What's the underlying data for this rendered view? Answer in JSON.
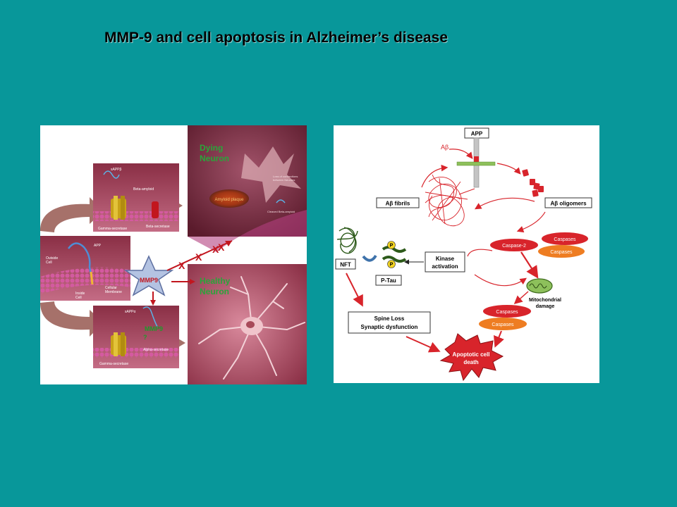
{
  "slide": {
    "title": "MMP-9 and cell apoptosis in Alzheimer’s disease"
  },
  "left_figure": {
    "dying_neuron": "Dying\nNeuron",
    "healthy_neuron": "Healthy\nNeuron",
    "amyloid_plaque": "Amyloid plaque",
    "loss_of_connections": "Loss of connections\nbetween Neurons",
    "cleaved_beta_amyloid": "Cleaved Beta-amyloid",
    "top_inset": {
      "sappb": "sAPPβ",
      "beta_amyloid": "Beta-amyloid",
      "gamma_secretase": "Gamma-secretase",
      "beta_secretase": "Beta-secretase"
    },
    "membrane_inset": {
      "app": "APP",
      "outside_cell": "Outside\nCell",
      "inside_cell": "Inside\nCell",
      "cellular_membrane": "Cellular\nMembrane"
    },
    "bottom_inset": {
      "sappa": "sAPPα",
      "gamma_secretase": "Gamma-secretase",
      "alpha_secretase": "Alpha-secretase",
      "mmp9_label": "MMP9",
      "mmp9_short": "?"
    },
    "star_label": "MMP9",
    "block_marks": [
      "X",
      "X",
      "X",
      "X"
    ]
  },
  "right_figure": {
    "app": "APP",
    "abeta": "Aβ",
    "abeta_fibrils": "Aβ fibrils",
    "abeta_oligomers": "Aβ oligomers",
    "kinase_activation": "Kinase\nactivation",
    "nft": "NFT",
    "ptau": "P-Tau",
    "p": "P",
    "caspase2": "Caspase-2",
    "caspases": "Caspases",
    "mitochondrial_damage": "Mitochondrial\ndamage",
    "spine_loss": "Spine Loss\nSynaptic dysfunction",
    "apoptotic_death": "Apoptotic cell\ndeath"
  },
  "colors": {
    "background": "#08979a",
    "accent_red": "#d8242b",
    "caspase_orange": "#ee7d22",
    "membrane_magenta": "#b3407f",
    "neuron_bg": "#7a2236",
    "label_green": "#1d9b2a"
  }
}
